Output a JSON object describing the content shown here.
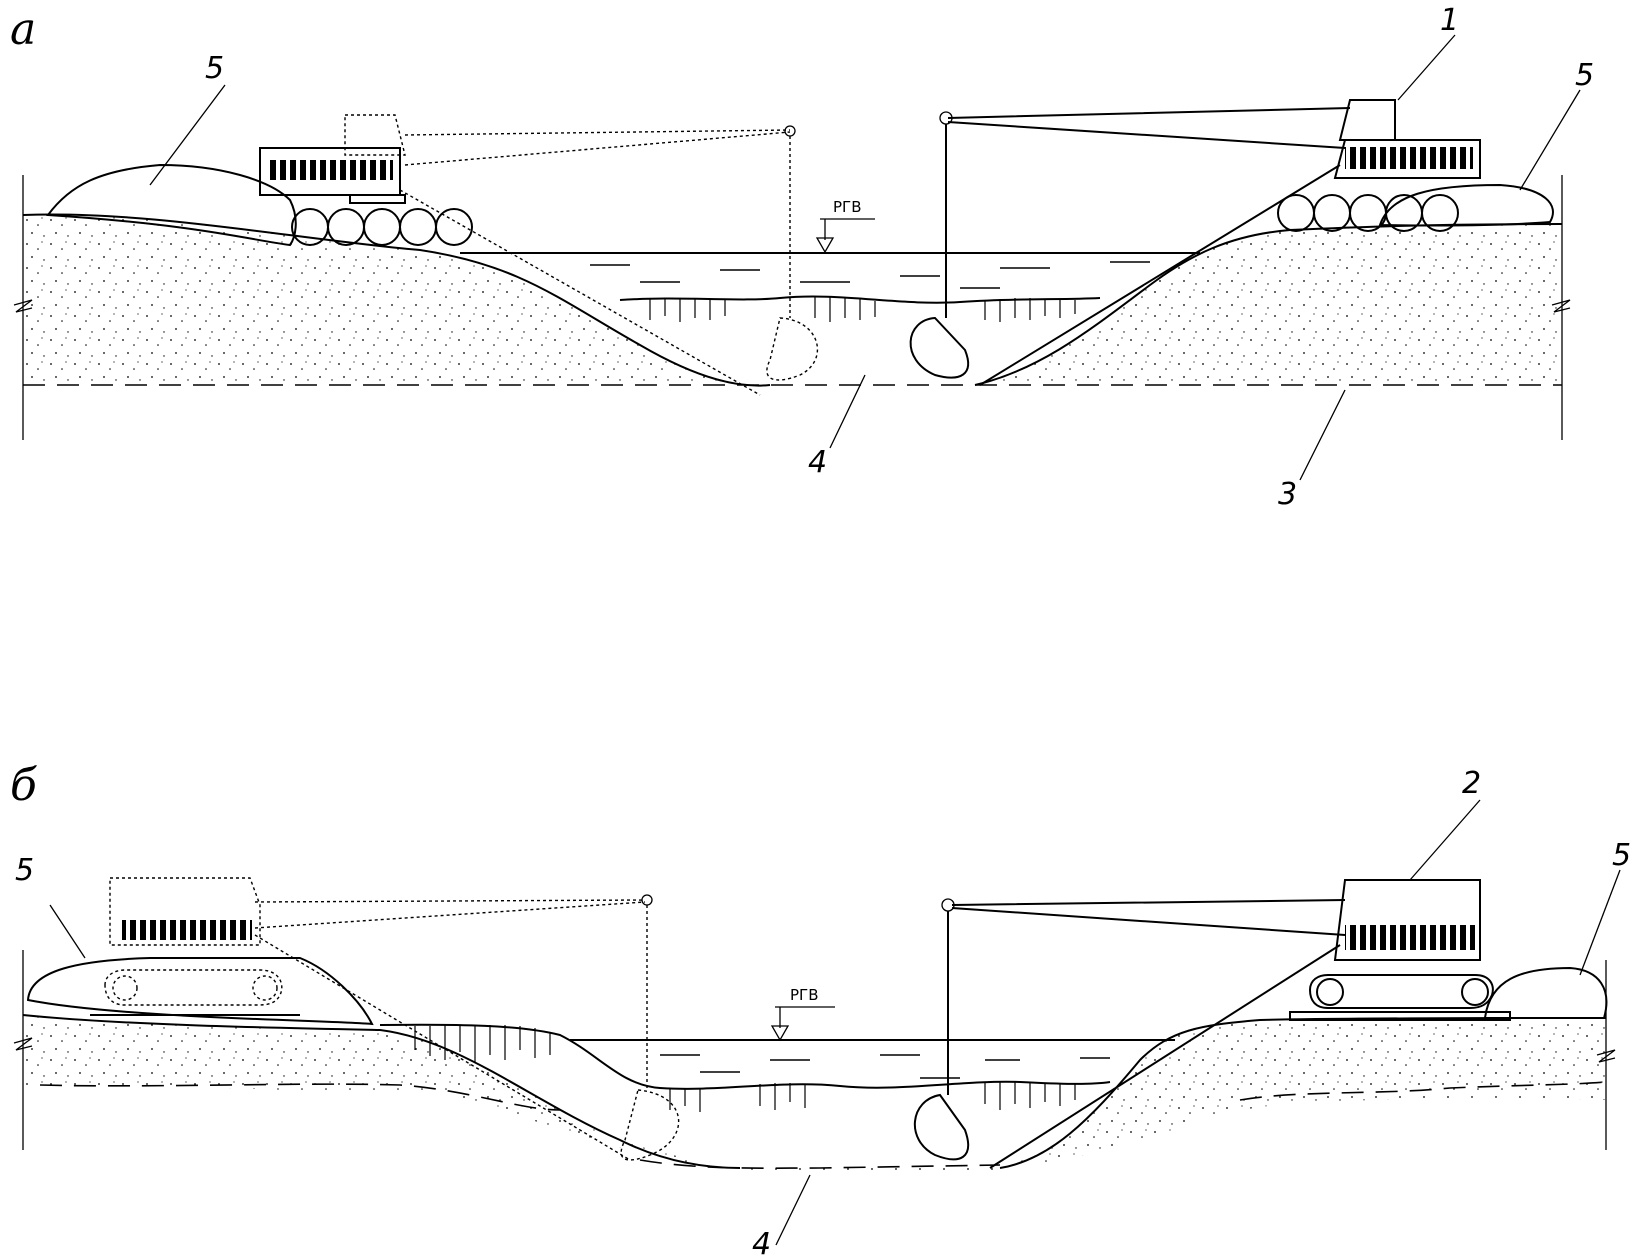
{
  "figures": [
    {
      "letter": "а",
      "level_label": "РГВ",
      "callouts": [
        "1",
        "5",
        "5",
        "4",
        "3"
      ]
    },
    {
      "letter": "б",
      "level_label": "РГВ",
      "callouts": [
        "2",
        "5",
        "5",
        "4"
      ]
    }
  ]
}
